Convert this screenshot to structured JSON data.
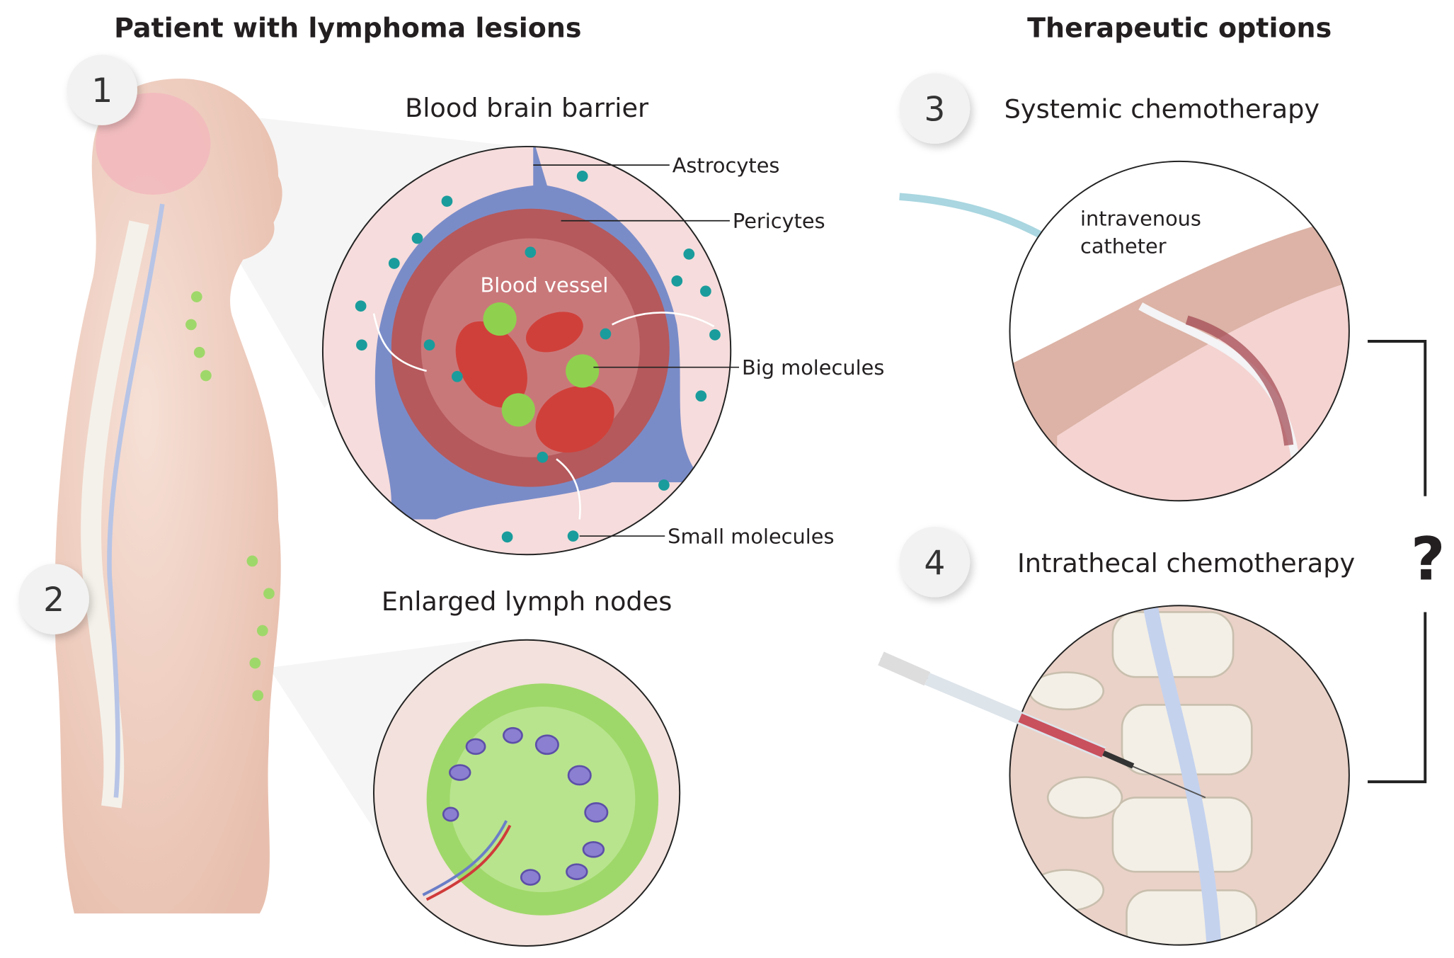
{
  "titles": {
    "left": "Patient with lymphoma lesions",
    "right": "Therapeutic options"
  },
  "badges": [
    "1",
    "2",
    "3",
    "4"
  ],
  "panels": {
    "bbb": {
      "title": "Blood brain barrier",
      "labels": {
        "astrocytes": "Astrocytes",
        "pericytes": "Pericytes",
        "vessel": "Blood vessel",
        "big": "Big molecules",
        "small": "Small molecules"
      }
    },
    "lymph": {
      "title": "Enlarged lymph nodes"
    },
    "systemic": {
      "title": "Systemic chemotherapy",
      "label_line1": "intravenous",
      "label_line2": "catheter"
    },
    "intrathecal": {
      "title": "Intrathecal chemotherapy"
    },
    "comparison_mark": "?"
  },
  "colors": {
    "skin": "#efcfc0",
    "vessel_wall": "#7a8cc8",
    "endothelium": "#b5595c",
    "rbc": "#d0403a",
    "big_molecule": "#8fd14f",
    "small_molecule": "#1a9c9c",
    "lymph_node": "#9fd86a"
  }
}
